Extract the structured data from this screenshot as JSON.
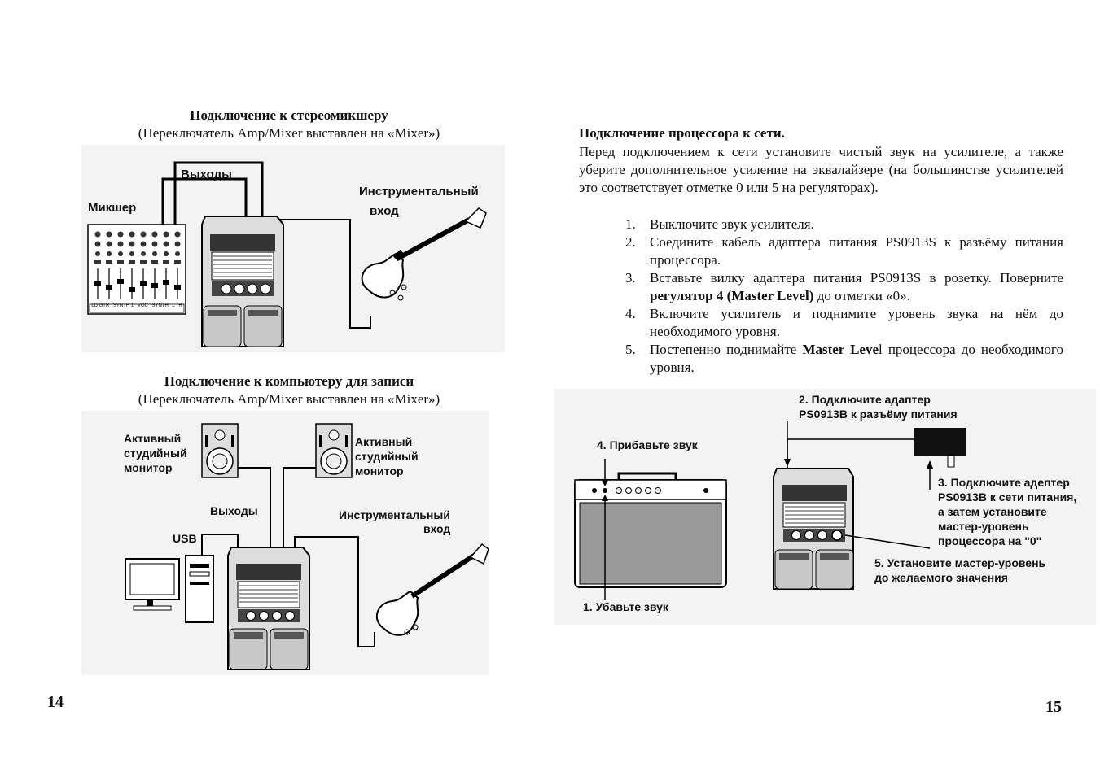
{
  "left_page": {
    "section1": {
      "title": "Подключение к стереомикшеру",
      "subtitle": "(Переключатель Amp/Mixer выставлен на «Mixer»)",
      "labels": {
        "outputs": "Выходы",
        "mixer": "Микшер",
        "instrument_input_1": "Инструментальный",
        "instrument_input_2": "вход"
      },
      "mixer_channels": [
        "LD GTR",
        "SYNTH 1",
        "VOC",
        "SYNTH",
        "L",
        "R"
      ]
    },
    "section2": {
      "title": "Подключение к компьютеру для записи",
      "subtitle": "(Переключатель Amp/Mixer выставлен на «Mixer»)",
      "labels": {
        "monitor_left_1": "Активный",
        "monitor_left_2": "студийный",
        "monitor_left_3": "монитор",
        "monitor_right_1": "Активный",
        "monitor_right_2": "студийный",
        "monitor_right_3": "монитор",
        "outputs": "Выходы",
        "usb": "USB",
        "instrument_input_1": "Инструментальный",
        "instrument_input_2": "вход"
      }
    },
    "page_number": "14"
  },
  "right_page": {
    "heading": "Подключение процессора к сети.",
    "intro": "Перед подключением к сети установите чистый звук на усилителе, а также уберите дополнительное усиление на эквалайзере (на большинстве усилителей это соответствует отметке 0 или 5 на регуляторах).",
    "steps": [
      {
        "num": "1.",
        "text": "Выключите звук усилителя."
      },
      {
        "num": "2.",
        "text": "Соедините кабель адаптера питания PS0913S к разъёму питания процессора."
      },
      {
        "num": "3.",
        "pre": "Вставьте вилку адаптера питания PS0913S в розетку. Поверните ",
        "bold": "регулятор 4 (Master Level)",
        "post": " до отметки «0»."
      },
      {
        "num": "4.",
        "text": "Включите усилитель и поднимите уровень звука на нём до необходимого уровня."
      },
      {
        "num": "5.",
        "pre": "Постепенно поднимайте ",
        "bold": "Master Leve",
        "post": "l процессора до необходимого уровня."
      }
    ],
    "diagram": {
      "add_sound": "4. Прибавьте звук",
      "reduce_sound": "1. Убавьте звук",
      "connect_adapter_1": "2. Подключите адаптер",
      "connect_adapter_2": "PS0913B к разъёму питания",
      "plug_1": "3. Подключите адептер",
      "plug_2": "PS0913B к сети питания,",
      "plug_3": "а затем установите",
      "plug_4": "мастер-уровень",
      "plug_5": "процессора на \"0\"",
      "set_level_1": "5. Установите мастер-уровень",
      "set_level_2": "до желаемого значения"
    },
    "page_number": "15"
  }
}
